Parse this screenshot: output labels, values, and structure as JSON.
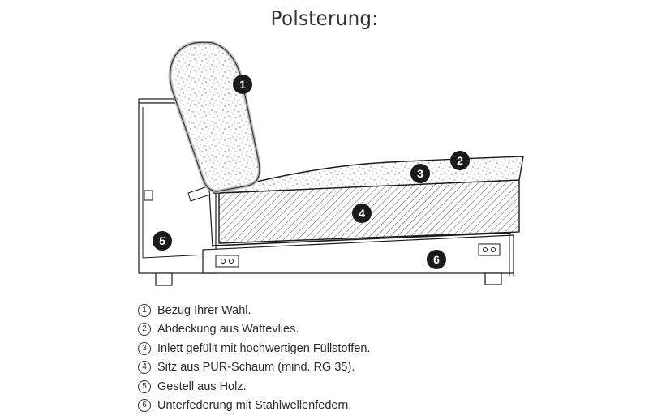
{
  "title": "Polsterung:",
  "diagram": {
    "description": "Sofa cross-section showing upholstery layers",
    "callouts": [
      {
        "id": "1",
        "label": "1",
        "target": "backrest-cover"
      },
      {
        "id": "2",
        "label": "2",
        "target": "wadding-layer"
      },
      {
        "id": "3",
        "label": "3",
        "target": "filling-inlet"
      },
      {
        "id": "4",
        "label": "4",
        "target": "pur-foam-seat"
      },
      {
        "id": "5",
        "label": "5",
        "target": "wooden-frame"
      },
      {
        "id": "6",
        "label": "6",
        "target": "steel-springs-base"
      }
    ],
    "colors": {
      "line": "#1a1a1a",
      "badge": "#1a1a1a",
      "badge_text": "#ffffff",
      "cover_outline": "#b5b5b5",
      "hatch": "#555555",
      "speckle": "#333333"
    }
  },
  "legend": {
    "items": [
      {
        "num": "1",
        "text": "Bezug Ihrer Wahl."
      },
      {
        "num": "2",
        "text": "Abdeckung aus Wattevlies."
      },
      {
        "num": "3",
        "text": "Inlett gefüllt mit hochwertigen Füllstoffen."
      },
      {
        "num": "4",
        "text": "Sitz aus PUR-Schaum (mind. RG 35)."
      },
      {
        "num": "5",
        "text": "Gestell aus Holz."
      },
      {
        "num": "6",
        "text": "Unterfederung mit Stahlwellenfedern."
      }
    ]
  }
}
